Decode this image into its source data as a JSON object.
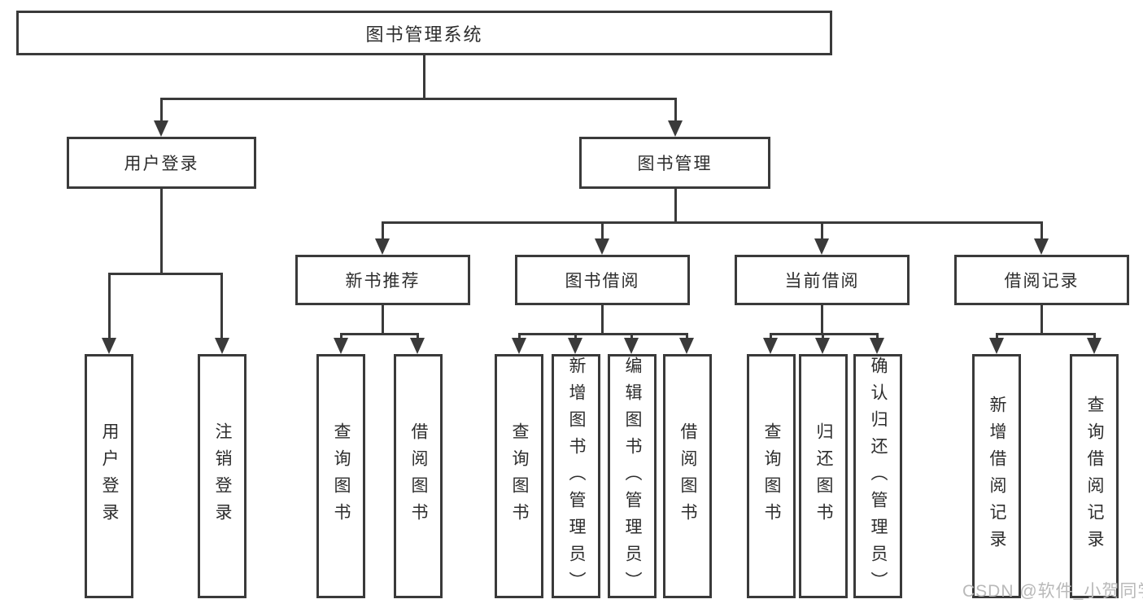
{
  "colors": {
    "line": "#3a3a3a",
    "box_border": "#3a3a3a",
    "text": "#2d2d2d",
    "watermark": "#b9b9b9",
    "background": "#ffffff"
  },
  "watermark": {
    "text": "CSDN @软件_小贺同学"
  },
  "tree": {
    "label": "图书管理系统",
    "children": [
      {
        "label": "用户登录",
        "children": [
          {
            "label": "用户登录"
          },
          {
            "label": "注销登录"
          }
        ]
      },
      {
        "label": "图书管理",
        "children": [
          {
            "label": "新书推荐",
            "children": [
              {
                "label": "查询图书"
              },
              {
                "label": "借阅图书"
              }
            ]
          },
          {
            "label": "图书借阅",
            "children": [
              {
                "label": "查询图书"
              },
              {
                "label": "新增图书（管理员）"
              },
              {
                "label": "编辑图书（管理员）"
              },
              {
                "label": "借阅图书"
              }
            ]
          },
          {
            "label": "当前借阅",
            "children": [
              {
                "label": "查询图书"
              },
              {
                "label": "归还图书"
              },
              {
                "label": "确认归还（管理员）"
              }
            ]
          },
          {
            "label": "借阅记录",
            "children": [
              {
                "label": "新增借阅记录"
              },
              {
                "label": "查询借阅记录"
              }
            ]
          }
        ]
      }
    ]
  }
}
